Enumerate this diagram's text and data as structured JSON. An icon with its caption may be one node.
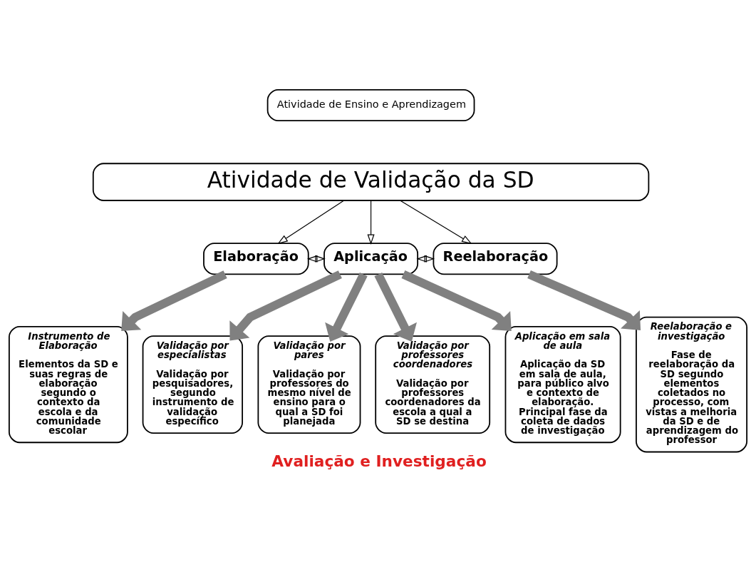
{
  "diagram": {
    "caption": "Avaliação e Investigação",
    "nodes": [
      {
        "text": [
          "Atividade de Ensino e Aprendizagem"
        ]
      },
      {
        "text": [
          "Atividade de Validação da SD"
        ]
      },
      {
        "text": [
          "Elaboração"
        ]
      },
      {
        "text": [
          "Aplicação"
        ]
      },
      {
        "text": [
          "Reelaboração"
        ]
      },
      {
        "text": [
          "Instrumento de Elaboração",
          "Elementos da SD e suas regras de elaboração segundo o contexto da escola e da comunidade escolar"
        ]
      },
      {
        "text": [
          "Validação por especialistas",
          "Validação por pesquisadores, segundo instrumento de validação específico"
        ]
      },
      {
        "text": [
          "Validação por pares",
          "Validação por professores do mesmo nível de ensino para o qual a SD foi planejada"
        ]
      },
      {
        "text": [
          "Validação por professores coordenadores",
          "Validação por professores coordenadores da escola a qual a SD se destina"
        ]
      },
      {
        "text": [
          "Aplicação em sala de aula",
          "Aplicação da SD em sala de aula, para público alvo e contexto de elaboração. Principal fase da coleta de dados de investigação"
        ]
      },
      {
        "text": [
          "Reelaboração e investigação",
          "Fase de reelaboração da SD segundo elementos coletados no processo, com vistas a melhoria da SD e de aprendizagem do professor"
        ]
      }
    ],
    "edges": [
      {
        "from": 1,
        "to": 2,
        "arrow": "to",
        "color": "#000000"
      },
      {
        "from": 1,
        "to": 3,
        "arrow": "to",
        "color": "#000000"
      },
      {
        "from": 1,
        "to": 4,
        "arrow": "to",
        "color": "#000000"
      },
      {
        "from": 2,
        "to": 3,
        "arrow": "both",
        "color": "#000000"
      },
      {
        "from": 3,
        "to": 4,
        "arrow": "both",
        "color": "#000000"
      },
      {
        "from": 2,
        "to": 5,
        "arrow": "to",
        "color": "#808080"
      },
      {
        "from": 3,
        "to": 6,
        "arrow": "to",
        "color": "#808080"
      },
      {
        "from": 3,
        "to": 7,
        "arrow": "to",
        "color": "#808080"
      },
      {
        "from": 3,
        "to": 8,
        "arrow": "to",
        "color": "#808080"
      },
      {
        "from": 3,
        "to": 9,
        "arrow": "to",
        "color": "#808080"
      },
      {
        "from": 4,
        "to": 10,
        "arrow": "to",
        "color": "#808080"
      }
    ]
  }
}
